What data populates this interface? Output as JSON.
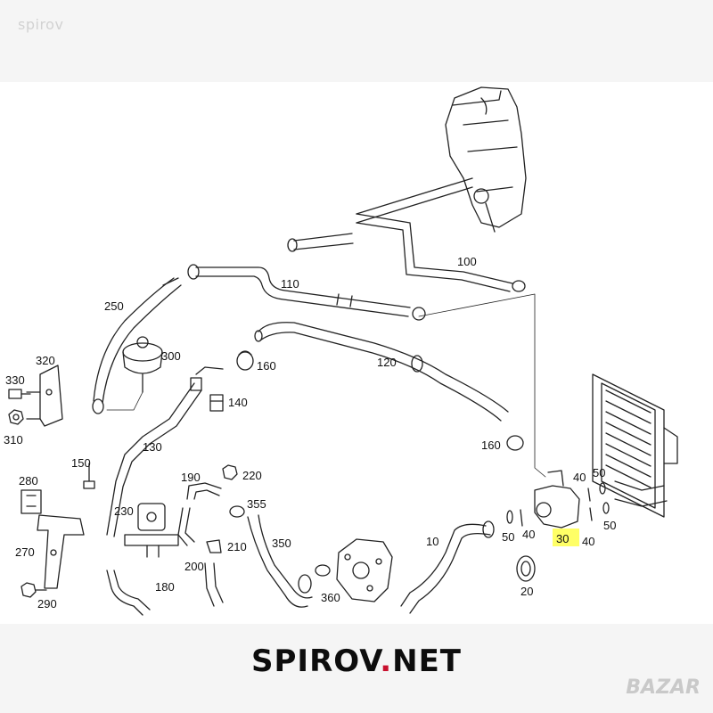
{
  "watermark_top": "spirov",
  "brand": {
    "pre": "SPIROV",
    "dot": ".",
    "post": "NET"
  },
  "watermark_corner": "BAZAR",
  "part_labels": {
    "p10": "10",
    "p20": "20",
    "p30": "30",
    "p40a": "40",
    "p40b": "40",
    "p40c": "40",
    "p50a": "50",
    "p50b": "50",
    "p50c": "50",
    "p100": "100",
    "p110": "110",
    "p120": "120",
    "p130": "130",
    "p140": "140",
    "p150": "150",
    "p160a": "160",
    "p160b": "160",
    "p180": "180",
    "p190": "190",
    "p200": "200",
    "p210": "210",
    "p220": "220",
    "p230": "230",
    "p250": "250",
    "p270": "270",
    "p280": "280",
    "p290": "290",
    "p300": "300",
    "p310": "310",
    "p320": "320",
    "p330": "330",
    "p350": "350",
    "p355": "355",
    "p360": "360"
  },
  "highlight_color": "#ffff66"
}
